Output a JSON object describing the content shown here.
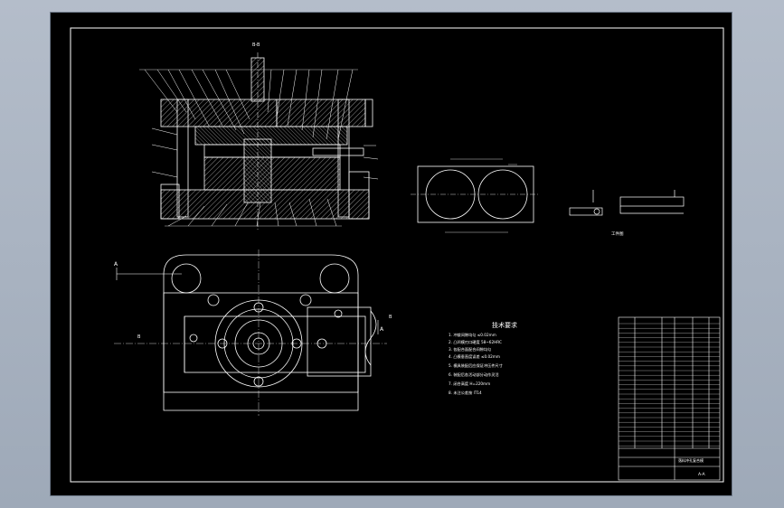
{
  "colors": {
    "background": "#a9b3c1",
    "model_space": "#000000",
    "linework": "#ffffff",
    "hatch": "#cfcfcf"
  },
  "section_label_top": "B-B",
  "section_marker_left": "A",
  "section_marker_right": "A",
  "section_marker_mid_left": "B",
  "section_marker_mid_right": "B",
  "tech_requirements": {
    "title": "技术要求",
    "lines": [
      "1. 冲裁间隙均匀 ≤0.02mm",
      "2. 凸凹模刃口硬度 58~62HRC",
      "3. 各配合面配合间隙均匀",
      "4. 凸模垂直度误差 ≤0.02mm",
      "5. 模具装配后应保证冲压件尺寸",
      "6. 装配后各活动部分动作灵活",
      "7. 闭合高度 H=220mm",
      "8. 未注公差按 IT14"
    ]
  },
  "workpiece_label": "工件图",
  "title_block": {
    "drawing_name": "落料冲孔复合模",
    "drawing_no": "A-A"
  }
}
